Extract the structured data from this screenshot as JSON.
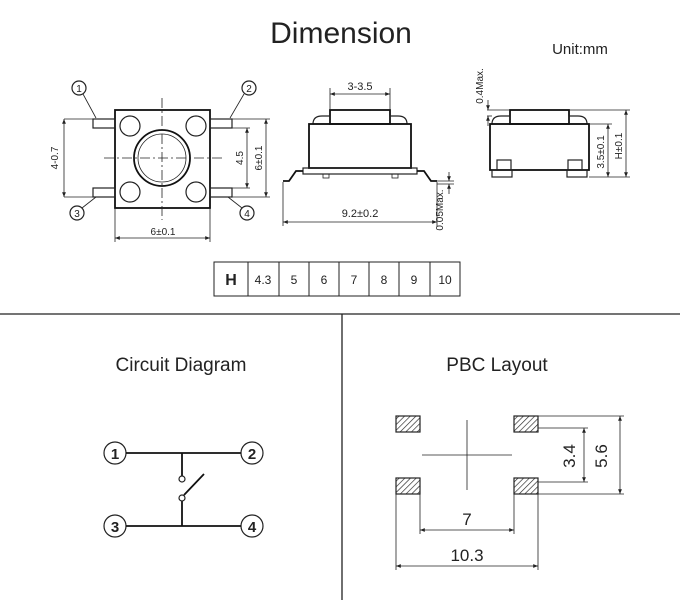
{
  "header": {
    "title": "Dimension",
    "unit": "Unit:mm"
  },
  "top_view": {
    "pins": [
      "1",
      "2",
      "3",
      "4"
    ],
    "pin_pitch_label": "4-0.7",
    "body_width_label": "6±0.1",
    "inner_label": "4.5",
    "body_height_label": "6±0.1"
  },
  "side_view": {
    "plunger_label": "3-3.5",
    "length_label": "9.2±0.2",
    "lead_label": "0.05Max."
  },
  "end_view": {
    "top_label": "0.4Max.",
    "body_label": "3.5±0.1",
    "h_label": "H±0.1"
  },
  "h_table": {
    "header": "H",
    "values": [
      "4.3",
      "5",
      "6",
      "7",
      "8",
      "9",
      "10"
    ]
  },
  "circuit": {
    "title": "Circuit Diagram",
    "pins": [
      "1",
      "2",
      "3",
      "4"
    ]
  },
  "pcb": {
    "title": "PBC Layout",
    "dim_3_4": "3.4",
    "dim_5_6": "5.6",
    "dim_7": "7",
    "dim_10_3": "10.3"
  }
}
